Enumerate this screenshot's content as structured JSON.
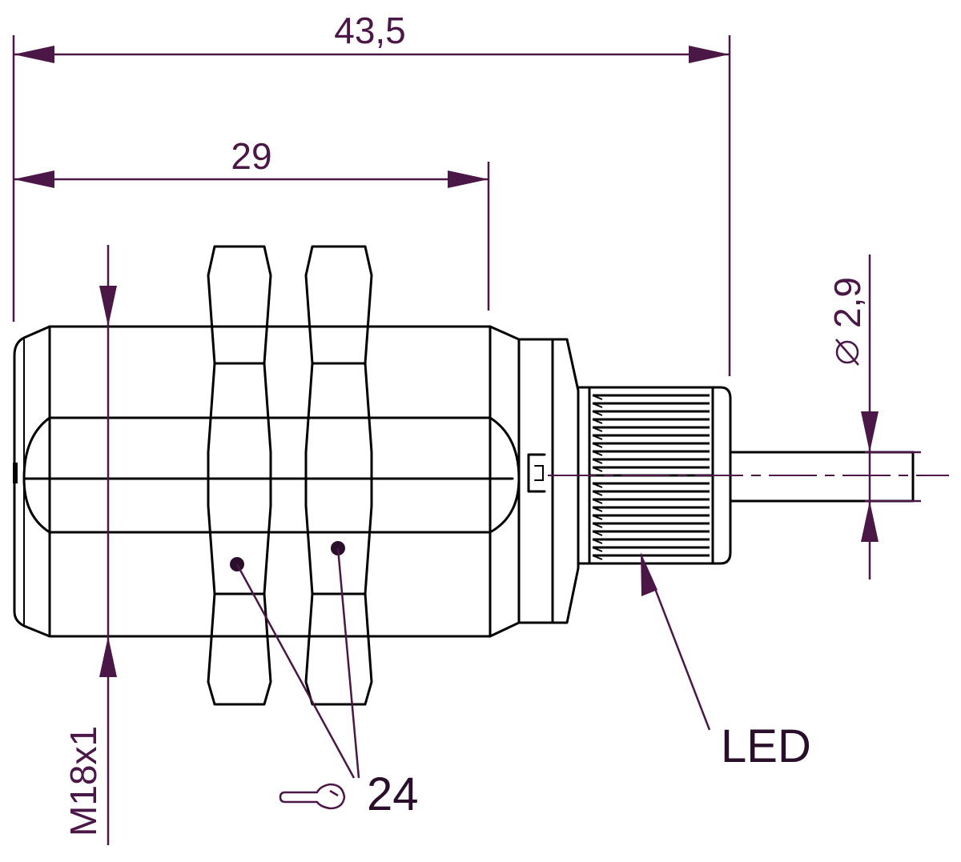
{
  "dimensions": {
    "overall_length": "43,5",
    "thread_length": "29",
    "cable_diameter": "2,9",
    "thread_size": "M18x1"
  },
  "callouts": {
    "led": "LED",
    "wrench_size": "24"
  },
  "icons": {
    "diameter": "diameter-symbol-icon",
    "wrench": "wrench-icon"
  },
  "colors": {
    "dimension": "#4a1746",
    "outline": "#000000",
    "callout_text": "#2a0f2a"
  }
}
